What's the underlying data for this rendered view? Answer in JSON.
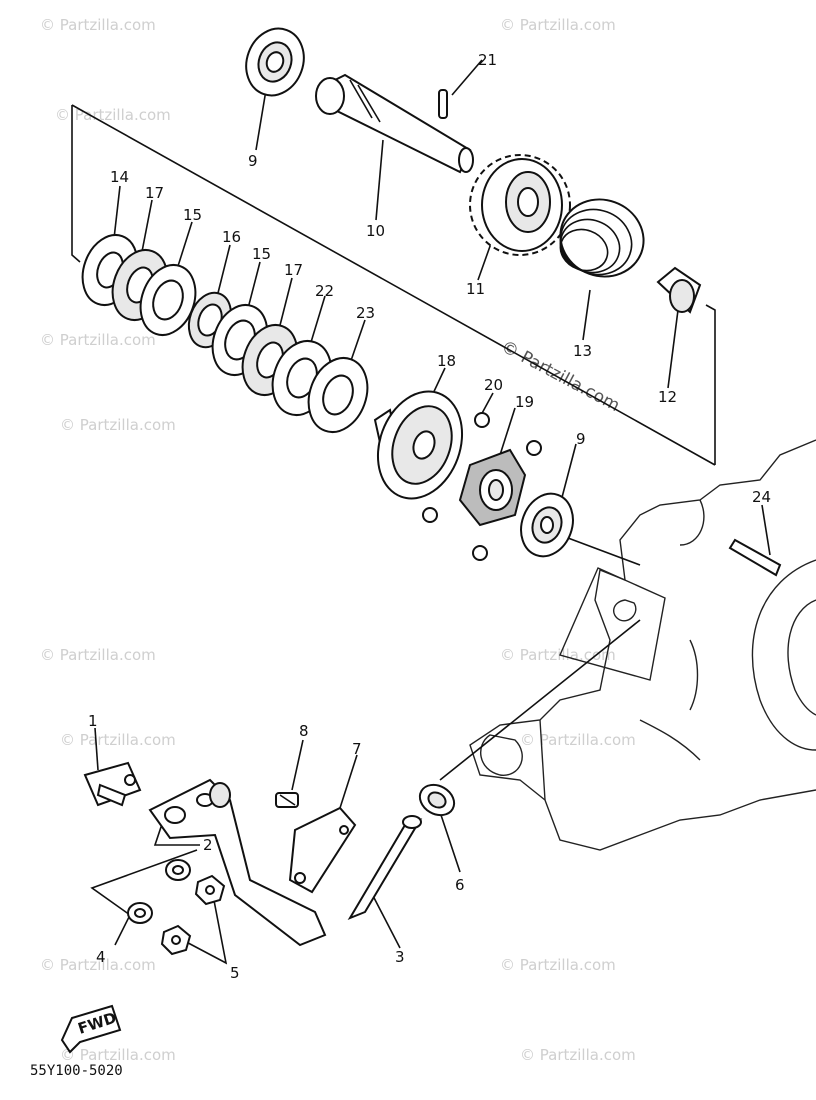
{
  "diagram": {
    "code": "55Y100-5020",
    "direction_badge": "FWD",
    "watermark_main": "© Partzilla.com",
    "watermark_repeat": "© Partzilla.com",
    "labels": {
      "p1": "1",
      "p2": "2",
      "p3": "3",
      "p4": "4",
      "p5": "5",
      "p6": "6",
      "p7": "7",
      "p8": "8",
      "p9a": "9",
      "p9b": "9",
      "p10": "10",
      "p11": "11",
      "p12": "12",
      "p13": "13",
      "p14": "14",
      "p15a": "15",
      "p15b": "15",
      "p16": "16",
      "p17a": "17",
      "p17b": "17",
      "p18": "18",
      "p19": "19",
      "p20": "20",
      "p21": "21",
      "p22": "22",
      "p23": "23",
      "p24": "24"
    }
  }
}
